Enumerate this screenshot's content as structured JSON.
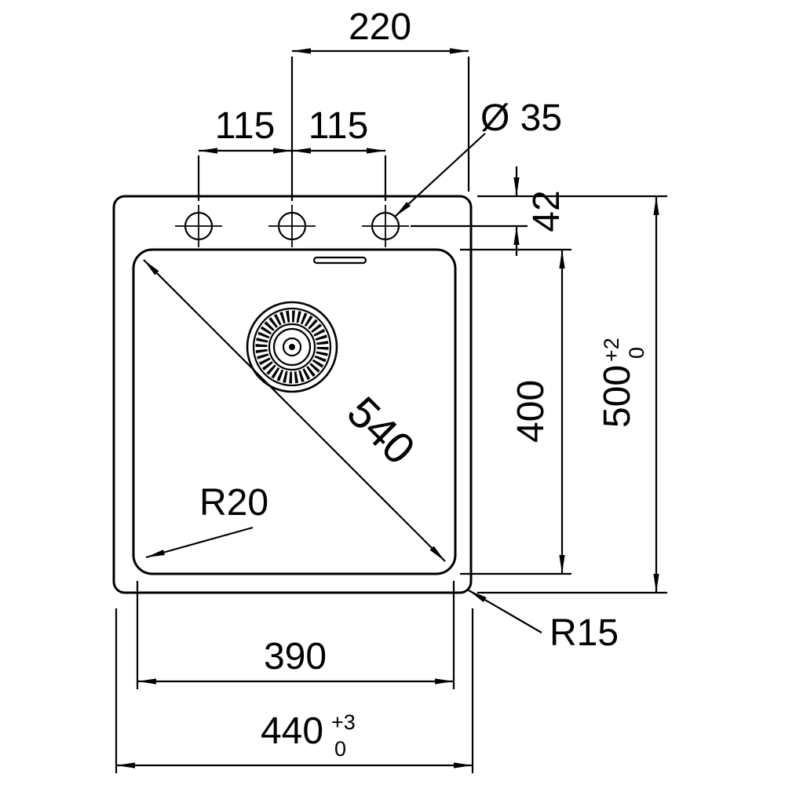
{
  "drawing": {
    "colors": {
      "line": "#000000",
      "background": "#ffffff"
    },
    "labels": {
      "center_to_edge": "220",
      "hole_pitch_left": "115",
      "hole_pitch_right": "115",
      "hole_diameter": "Ø 35",
      "edge_to_holes": "42",
      "bowl_length": "400",
      "bowl_diagonal": "540",
      "overall_depth": "500",
      "overall_depth_tol_upper": "+2",
      "overall_depth_tol_lower": "0",
      "bowl_corner_radius": "R20",
      "bowl_width": "390",
      "overall_width": "440",
      "overall_width_tol_upper": "+3",
      "overall_width_tol_lower": "0",
      "outer_corner_radius": "R15"
    }
  }
}
